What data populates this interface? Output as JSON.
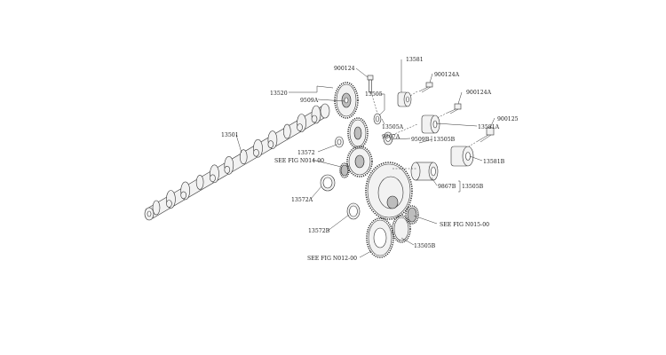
{
  "colors": {
    "line": "#333333",
    "background": "#ffffff",
    "shade": "#bdbdbd"
  },
  "labels": {
    "p900124": "900124",
    "p13581": "13581",
    "p900124A_1": "900124A",
    "p900124A_2": "900124A",
    "p13520": "13520",
    "p9509A": "9509A",
    "p13505": "13505",
    "p13505A": "13505A",
    "p9867A": "9867A",
    "p9509B": "9509B",
    "p13505B_1": "13505B",
    "p900125": "900125",
    "p13581A": "13581A",
    "p13581B": "13581B",
    "p13501": "13501",
    "p13572": "13572",
    "p13572A": "13572A",
    "p13572B": "13572B",
    "p9867B": "9867B",
    "p13505B_2": "13505B",
    "p13505B_3": "13505B",
    "fig014": "SEE FIG N014-00",
    "fig015": "SEE FIG N015-00",
    "fig012": "SEE FIG N012-00"
  }
}
